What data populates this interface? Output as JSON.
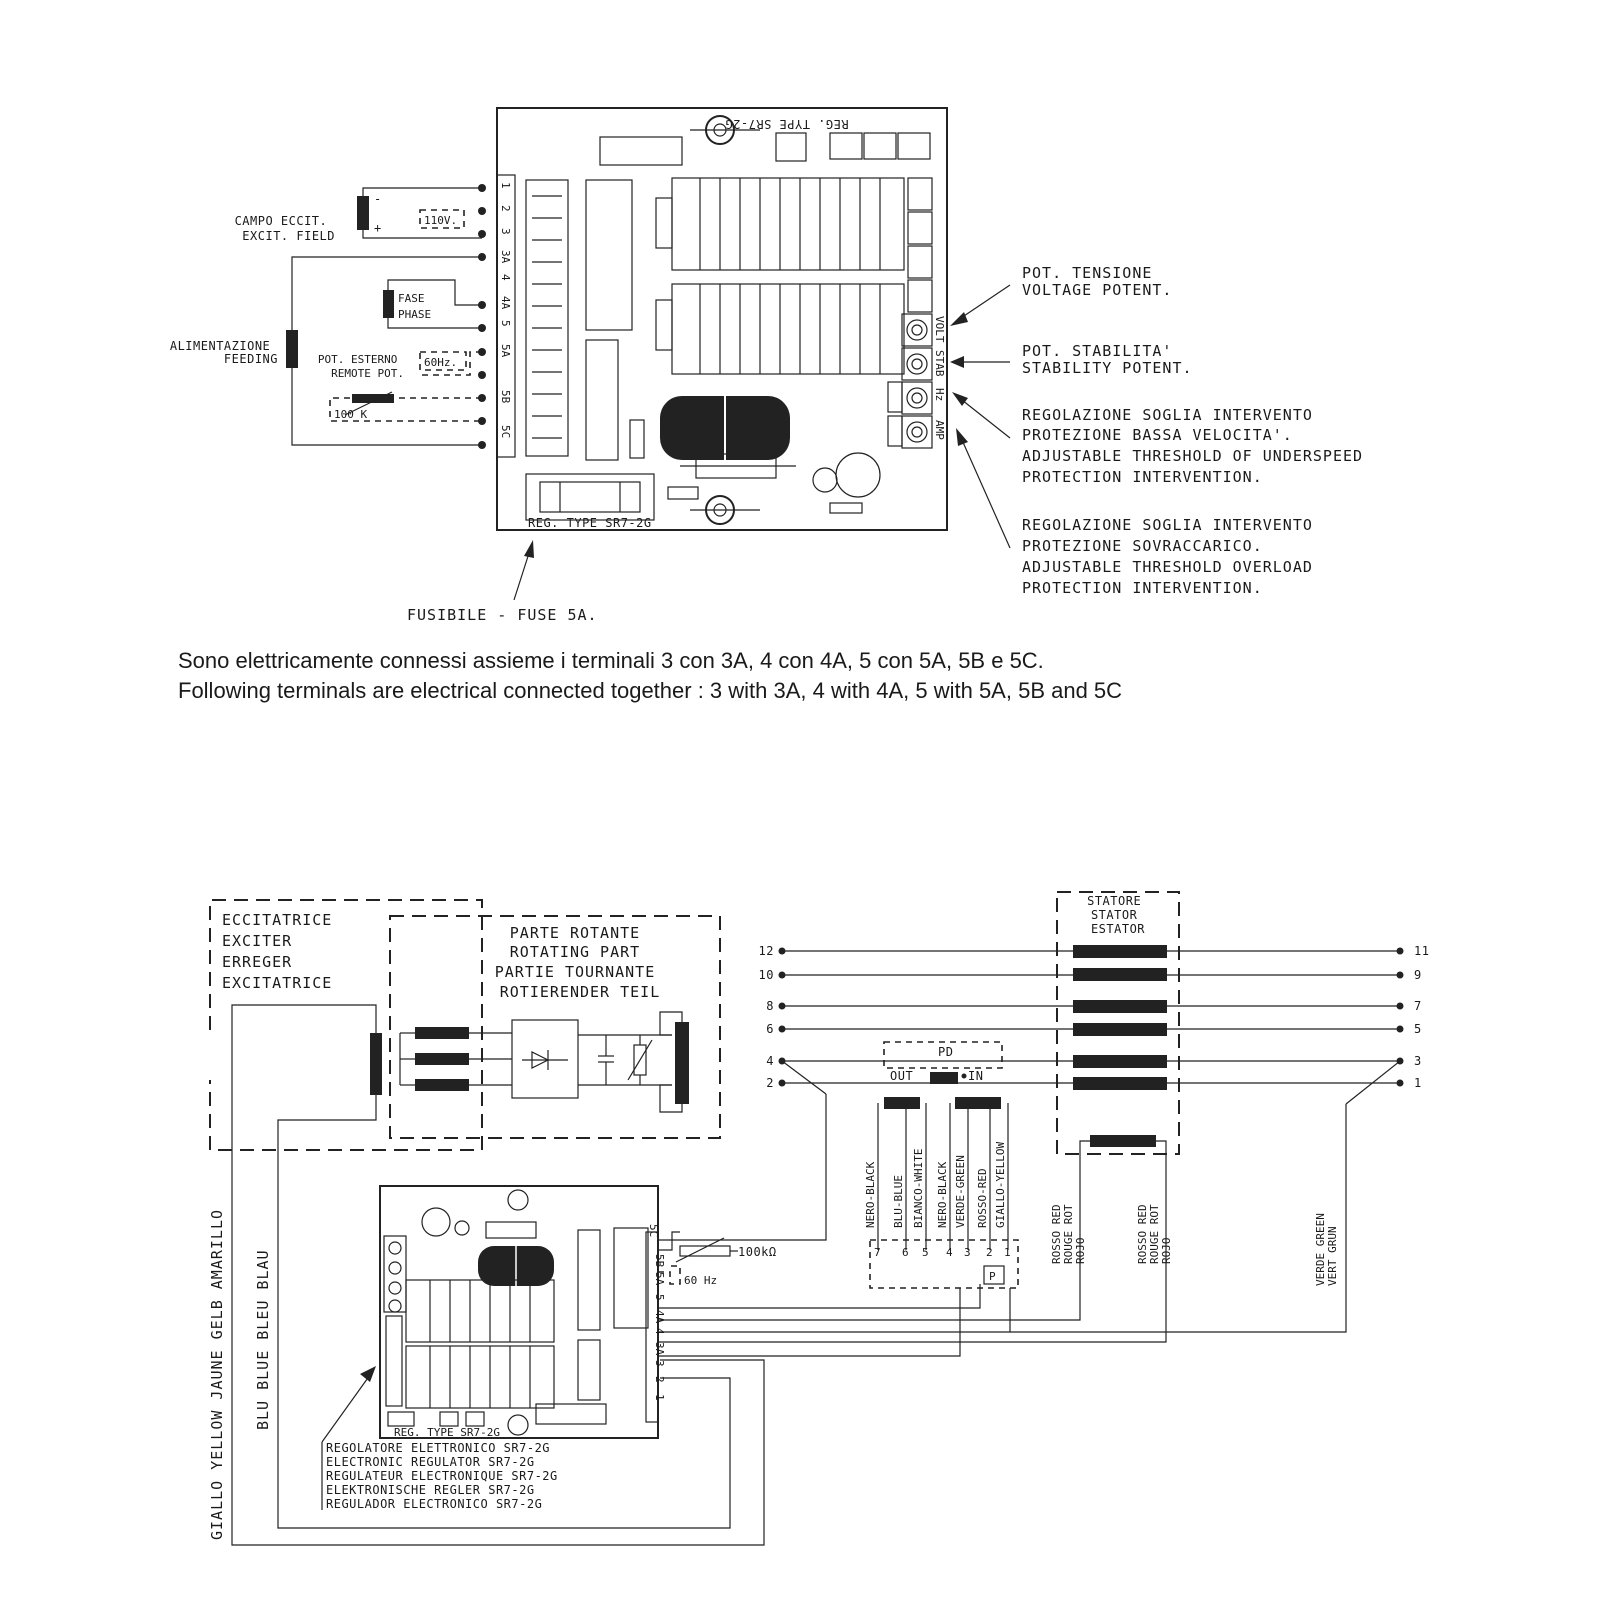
{
  "top": {
    "board_label_top": "REG. TYPE SR7-2G",
    "board_label_bottom": "REG. TYPE SR7-2G",
    "terminals": [
      "1",
      "2",
      "3",
      "3A",
      "4",
      "4A",
      "5",
      "5A",
      "5B",
      "5C"
    ],
    "pot_labels": [
      "VOLT",
      "STAB",
      "Hz",
      "AMP"
    ],
    "exc_field": [
      "CAMPO ECCIT.",
      "EXCIT. FIELD"
    ],
    "v110": "110V.",
    "phase": [
      "FASE",
      "PHASE"
    ],
    "feeding": [
      "ALIMENTAZIONE",
      "FEEDING"
    ],
    "remote_pot": [
      "POT. ESTERNO",
      "REMOTE POT."
    ],
    "hz60": "60Hz.",
    "k100": "100 K",
    "fuse": "FUSIBILE - FUSE 5A.",
    "voltage_pot": [
      "POT. TENSIONE",
      "VOLTAGE POTENT."
    ],
    "stability_pot": [
      "POT. STABILITA'",
      "STABILITY POTENT."
    ],
    "underspeed": [
      "REGOLAZIONE SOGLIA INTERVENTO",
      "PROTEZIONE BASSA VELOCITA'.",
      "ADJUSTABLE THRESHOLD OF UNDERSPEED",
      "PROTECTION INTERVENTION."
    ],
    "overload": [
      "REGOLAZIONE SOGLIA INTERVENTO",
      "PROTEZIONE SOVRACCARICO.",
      "ADJUSTABLE THRESHOLD OVERLOAD",
      "PROTECTION INTERVENTION."
    ]
  },
  "notes": {
    "it": "Sono elettricamente connessi assieme i terminali 3 con 3A, 4 con 4A, 5 con 5A, 5B e 5C.",
    "en": "Following terminals are electrical connected together : 3 with 3A, 4 with 4A, 5 with 5A, 5B and 5C"
  },
  "bottom": {
    "exciter": [
      "ECCITATRICE",
      "EXCITER",
      "ERREGER",
      "EXCITATRICE"
    ],
    "rotating": [
      "PARTE ROTANTE",
      "ROTATING PART",
      "PARTIE TOURNANTE",
      "ROTIERENDER TEIL"
    ],
    "stator": [
      "STATORE",
      "STATOR",
      "ESTATOR"
    ],
    "left_nums": [
      "12",
      "10",
      "8",
      "6",
      "4",
      "2"
    ],
    "right_nums": [
      "11",
      "9",
      "7",
      "5",
      "3",
      "1"
    ],
    "pd": "PD",
    "pd_out": "OUT",
    "pd_in": "IN",
    "pd_wires": [
      "NERO-BLACK",
      "BLU-BLUE",
      "BIANCO-WHITE",
      "NERO-BLACK",
      "VERDE-GREEN",
      "ROSSO-RED",
      "GIALLO-YELLOW"
    ],
    "pd_terms": [
      "7",
      "6",
      "5",
      "4",
      "3",
      "2",
      "1"
    ],
    "pd_p": "P",
    "red1": [
      "ROSSO RED",
      "ROUGE ROT",
      "ROJO"
    ],
    "red2": [
      "ROSSO RED",
      "ROUGE ROT",
      "ROJO"
    ],
    "green": [
      "VERDE GREEN",
      "VERT GRUN"
    ],
    "k100": "100kΩ",
    "hz60": "60 Hz",
    "yellow": "GIALLO YELLOW JAUNE GELB AMARILLO",
    "blue": "BLU BLUE BLEU BLAU",
    "regulator": [
      "REGOLATORE ELETTRONICO SR7-2G",
      "ELECTRONIC REGULATOR SR7-2G",
      "REGULATEUR ELECTRONIQUE SR7-2G",
      "ELEKTRONISCHE REGLER SR7-2G",
      "REGULADOR ELECTRONICO SR7-2G"
    ],
    "board_label": "REG. TYPE SR7-2G",
    "terminals": [
      "5C",
      "5B",
      "5A",
      "5",
      "4A",
      "4",
      "3A",
      "3",
      "2",
      "1"
    ]
  }
}
